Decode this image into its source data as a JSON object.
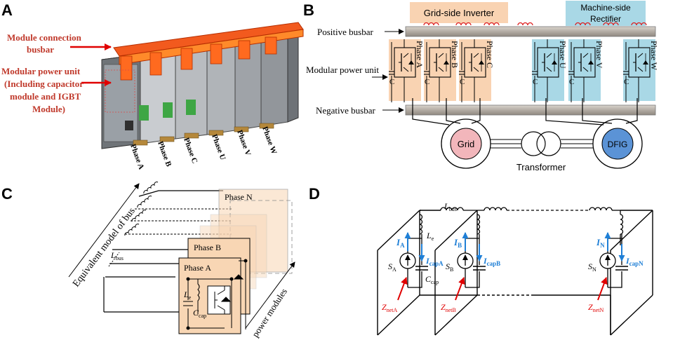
{
  "panels": {
    "a": {
      "letter": "A",
      "label_busbar_1": "Module connection",
      "label_busbar_2": "busbar",
      "label_unit_1": "Modular power unit",
      "label_unit_2": "(Including capacitor",
      "label_unit_3": "module and IGBT",
      "label_unit_4": "Module)",
      "phases": [
        "Phase A",
        "Phase B",
        "Phase C",
        "Phase U",
        "Phase V",
        "Phase W"
      ]
    },
    "b": {
      "letter": "B",
      "grid_side": "Grid-side Inverter",
      "machine_side_1": "Machine-side",
      "machine_side_2": "Rectifier",
      "positive_busbar": "Positive busbar",
      "modular_power_unit": "Modular power unit",
      "negative_busbar": "Negative busbar",
      "cap_label": "C",
      "phases": [
        "Phase A",
        "Phase B",
        "Phase C",
        "Phase U",
        "Phase V",
        "Phase W"
      ],
      "grid": "Grid",
      "dfig": "DFIG",
      "transformer": "Transformer"
    },
    "c": {
      "letter": "C",
      "equiv_model": "Equivalent model of bus",
      "power_modules": "power modules",
      "lbus": "L",
      "lbus_sub": "bus",
      "phase_n": "Phase N",
      "phase_b": "Phase B",
      "phase_a": "Phase A",
      "le": "L",
      "le_sub": "e",
      "ccap": "C",
      "ccap_sub": "cap"
    },
    "d": {
      "letter": "D",
      "lbus": "L",
      "lbus_sub": "bus",
      "le": "L",
      "le_sub": "e",
      "ccap": "C",
      "ccap_sub": "cap",
      "I": "I",
      "S": "S",
      "Z": "Z",
      "sub_A": "A",
      "sub_B": "B",
      "sub_N": "N",
      "sub_capA": "capA",
      "sub_capB": "capB",
      "sub_capN": "capN",
      "sub_netA": "netA",
      "sub_netB": "netB",
      "sub_netN": "netN"
    }
  },
  "colors": {
    "phase_fill_orange": "#f9d3b2",
    "phase_fill_blue": "#a9d8e6",
    "grid_fill": "#f2b6bb",
    "dfig_fill": "#5b93d6",
    "label_red": "#c0392b",
    "current_blue": "#1f7fd6",
    "arrow_red": "#e00000",
    "busbar_gray": "#b9b4ae",
    "module_c_fill": "#f8d6b4"
  }
}
